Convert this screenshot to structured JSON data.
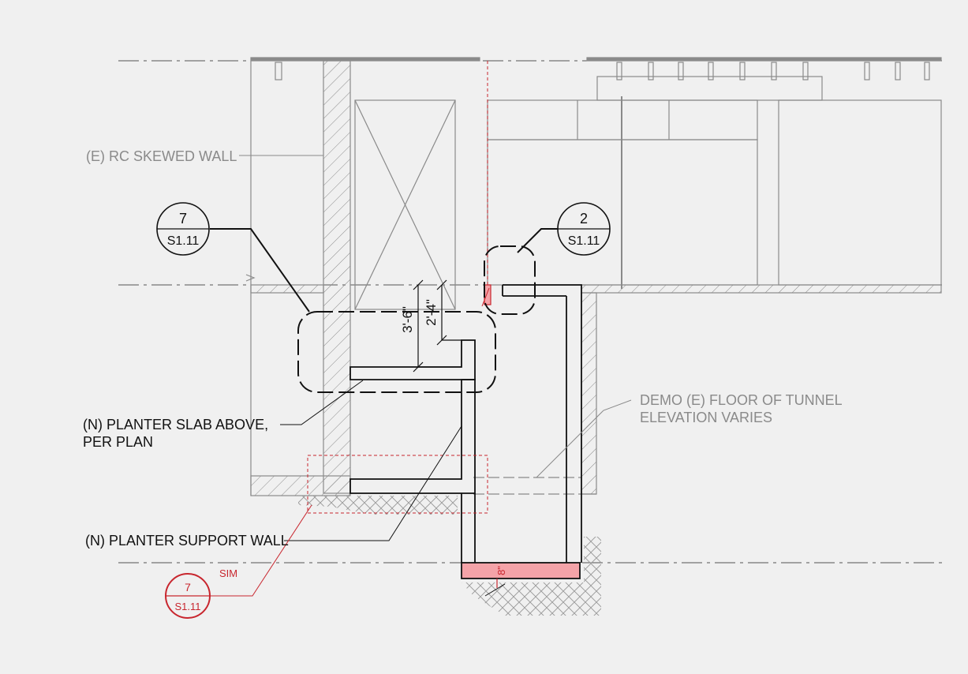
{
  "notes": {
    "rc_skewed_wall": "(E) RC SKEWED WALL",
    "planter_slab_line1": "(N) PLANTER SLAB ABOVE,",
    "planter_slab_line2": "PER PLAN",
    "planter_support_wall": "(N) PLANTER SUPPORT WALL",
    "demo_floor_line1": "DEMO (E) FLOOR OF TUNNEL",
    "demo_floor_line2": "ELEVATION VARIES",
    "sim": "SIM"
  },
  "callouts": {
    "left_top": "7",
    "left_bottom": "S1.11",
    "right_top": "2",
    "right_bottom": "S1.11",
    "red_top": "7",
    "red_bottom": "S1.11"
  },
  "dimensions": {
    "overall_depth": "3'-6\"",
    "slab_depth": "2'-4\"",
    "footing_thickness": "8\""
  },
  "colors": {
    "ink": "#111111",
    "existing": "#8a8a8a",
    "markup_red": "#c8262e",
    "footing_fill": "#f4a3a8",
    "background": "#f0f0f0"
  }
}
